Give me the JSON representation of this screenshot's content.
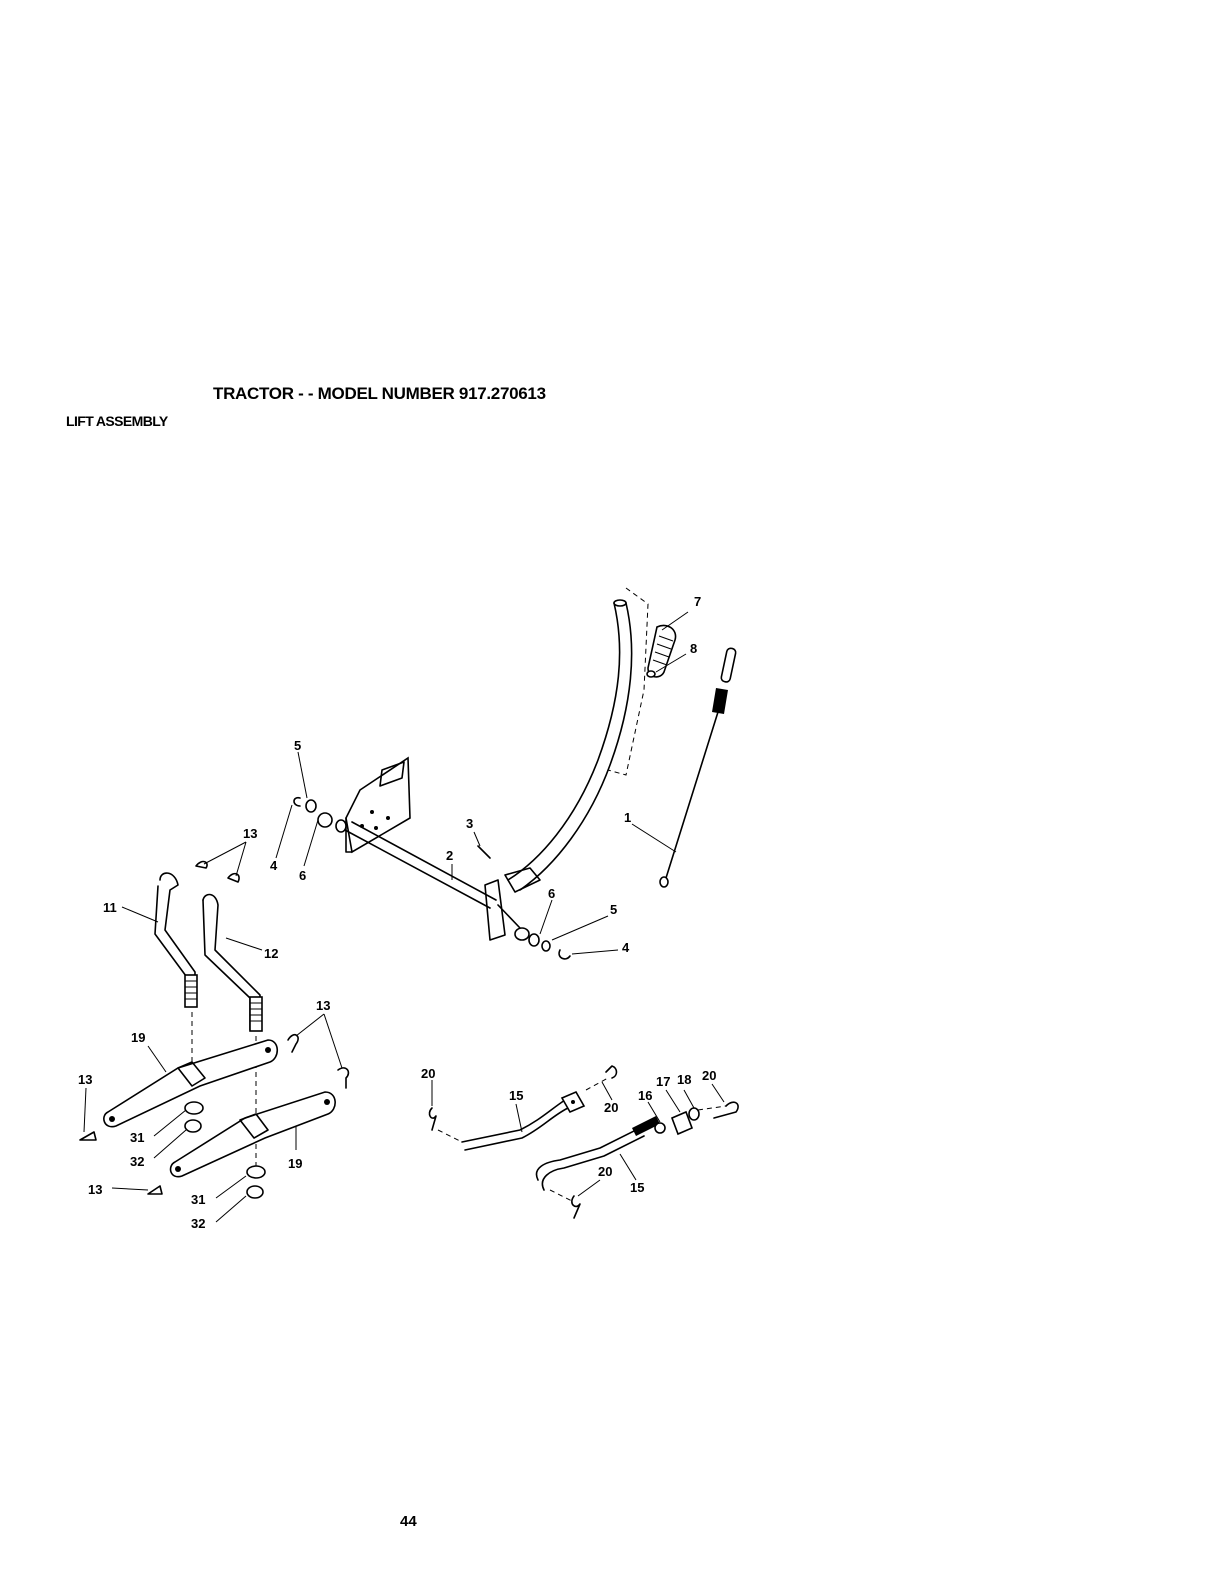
{
  "header": {
    "title": "TRACTOR - - MODEL NUMBER 917.270613",
    "section": "LIFT ASSEMBLY"
  },
  "footer": {
    "page_number": "44"
  },
  "callouts": [
    {
      "id": "c7a",
      "label": "7"
    },
    {
      "id": "c8a",
      "label": "8"
    },
    {
      "id": "c5a",
      "label": "5"
    },
    {
      "id": "c13a",
      "label": "13"
    },
    {
      "id": "c4a",
      "label": "4"
    },
    {
      "id": "c6a",
      "label": "6"
    },
    {
      "id": "c3a",
      "label": "3"
    },
    {
      "id": "c2a",
      "label": "2"
    },
    {
      "id": "c1a",
      "label": "1"
    },
    {
      "id": "c6b",
      "label": "6"
    },
    {
      "id": "c5b",
      "label": "5"
    },
    {
      "id": "c4b",
      "label": "4"
    },
    {
      "id": "c11a",
      "label": "11"
    },
    {
      "id": "c12a",
      "label": "12"
    },
    {
      "id": "c13b",
      "label": "13"
    },
    {
      "id": "c19a",
      "label": "19"
    },
    {
      "id": "c13c",
      "label": "13"
    },
    {
      "id": "c31a",
      "label": "31"
    },
    {
      "id": "c32a",
      "label": "32"
    },
    {
      "id": "c19b",
      "label": "19"
    },
    {
      "id": "c13d",
      "label": "13"
    },
    {
      "id": "c31b",
      "label": "31"
    },
    {
      "id": "c32b",
      "label": "32"
    },
    {
      "id": "c20a",
      "label": "20"
    },
    {
      "id": "c15a",
      "label": "15"
    },
    {
      "id": "c20b",
      "label": "20"
    },
    {
      "id": "c17a",
      "label": "17"
    },
    {
      "id": "c18a",
      "label": "18"
    },
    {
      "id": "c20c",
      "label": "20"
    },
    {
      "id": "c16a",
      "label": "16"
    },
    {
      "id": "c20d",
      "label": "20"
    },
    {
      "id": "c15b",
      "label": "15"
    }
  ]
}
